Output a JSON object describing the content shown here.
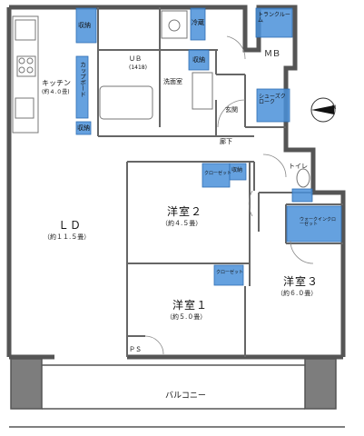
{
  "rooms": {
    "ld": {
      "name": "ＬＤ",
      "size": "（約１１.５畳）"
    },
    "kitchen": {
      "name": "キッチン",
      "size": "(約４.０畳)"
    },
    "western2": {
      "name": "洋室２",
      "size": "（約４.５畳）"
    },
    "western1": {
      "name": "洋室１",
      "size": "（約５.０畳）"
    },
    "western3": {
      "name": "洋室３",
      "size": "（約６.０畳）"
    },
    "ub": {
      "name": "ＵＢ",
      "size": "(1418)"
    },
    "washroom": "洗面室",
    "entrance": "玄関",
    "hallway": "廊下",
    "toilet": "トイレ",
    "balcony": "バルコニー"
  },
  "storage": {
    "shuno_kitchen": "収納",
    "shuno_ub": "収納",
    "shuno_wash": "収納",
    "shuno_kitchen_low": "収納",
    "shuno_hall": "収納",
    "cupboard": "カップボード",
    "trunk_room": "トランクルーム",
    "shoes_closet": "シューズクローク",
    "closet_2": "クローゼット",
    "closet_1": "クローゼット",
    "walkin_closet": "ウォークインクローゼット",
    "fridge": "冷蔵"
  },
  "markers": {
    "mb": "ＭＢ",
    "ps": "ＰＳ",
    "north": "Ｎ"
  },
  "colors": {
    "wall": "#555555",
    "storage_fill": "#4a90d9",
    "line": "#777777"
  }
}
